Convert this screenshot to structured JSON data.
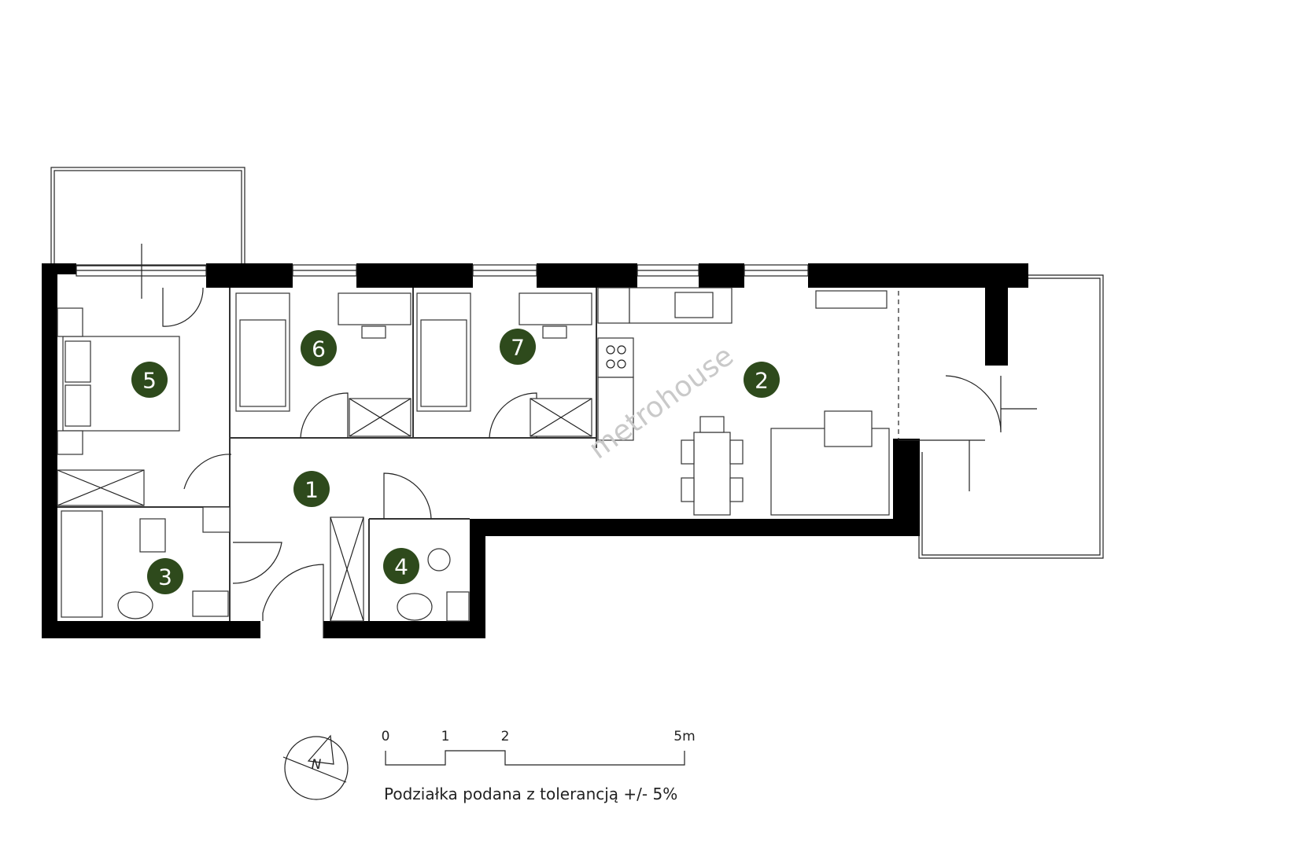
{
  "rooms": [
    {
      "number": "1",
      "accent": "#2e4a1c"
    },
    {
      "number": "2",
      "accent": "#2e4a1c"
    },
    {
      "number": "3",
      "accent": "#2e4a1c"
    },
    {
      "number": "4",
      "accent": "#2e4a1c"
    },
    {
      "number": "5",
      "accent": "#2e4a1c"
    },
    {
      "number": "6",
      "accent": "#2e4a1c"
    },
    {
      "number": "7",
      "accent": "#2e4a1c"
    }
  ],
  "scale": {
    "ticks": [
      "0",
      "1",
      "2",
      "5m"
    ],
    "note": "Podziałka podana z tolerancją +/- 5%"
  },
  "compass": {
    "label": "N",
    "icon": "north-arrow-icon"
  },
  "watermark": "metrohouse"
}
